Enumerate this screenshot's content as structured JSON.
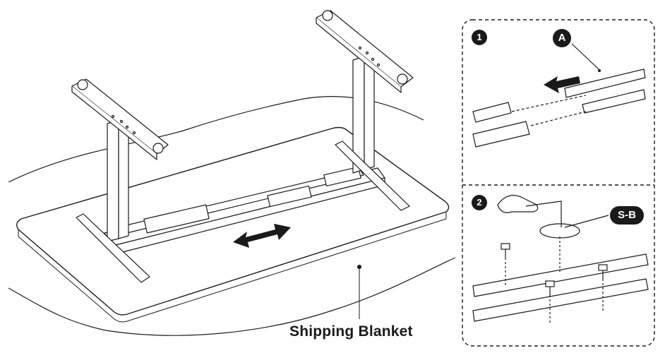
{
  "labels": {
    "shipping_blanket": "Shipping Blanket",
    "step_1": "1",
    "step_2": "2",
    "part_a": "A",
    "part_sb": "S-B"
  },
  "colors": {
    "line": "#1a1a1a",
    "badge_fill": "#1a1a1a",
    "badge_text": "#ffffff",
    "background": "#ffffff"
  }
}
